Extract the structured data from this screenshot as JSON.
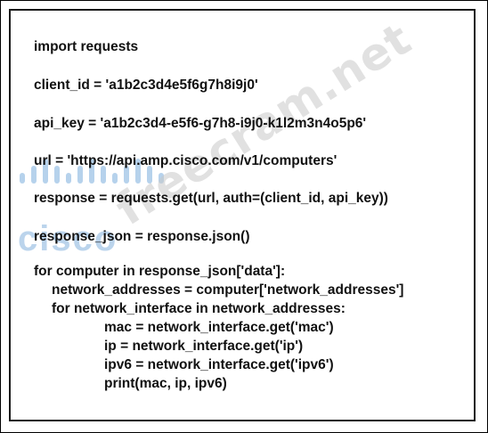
{
  "code_lines": [
    "import requests",
    "client_id = 'a1b2c3d4e5f6g7h8i9j0'",
    "api_key = 'a1b2c3d4-e5f6-g7h8-i9j0-k1l2m3n4o5p6'",
    "url = 'https://api.amp.cisco.com/v1/computers'",
    "response = requests.get(url, auth=(client_id, api_key))",
    "response_json = response.json()",
    "for computer in response_json['data']:",
    "network_addresses = computer['network_addresses']",
    "for network_interface in network_addresses:",
    "mac = network_interface.get('mac')",
    "ip = network_interface.get('ip')",
    "ipv6 = network_interface.get('ipv6')",
    "print(mac, ip, ipv6)"
  ],
  "watermark": {
    "logo_text": "cisco",
    "site_text": "freecram.net"
  },
  "colors": {
    "text": "#111111",
    "border": "#1a1a1a",
    "watermark_blue": "#8fb8e0",
    "watermark_gray": "#c9c9c9"
  }
}
